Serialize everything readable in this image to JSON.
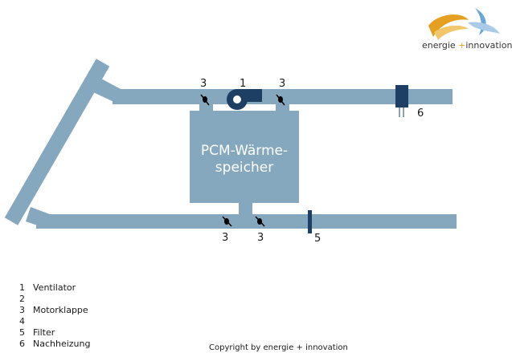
{
  "colors": {
    "duct": "#85a8be",
    "damper": "#000000",
    "fan": "#1d3f63",
    "filter": "#1d3f63",
    "heater": "#1d3f63",
    "storage_text": "#ffffff",
    "logo_orange": "#e5a021",
    "logo_blue": "#6aa5d8"
  },
  "storage": {
    "line1": "PCM-Wärme-",
    "line2": "speicher"
  },
  "markers": {
    "fan": "1",
    "damper_top_left": "3",
    "damper_top_right": "3",
    "damper_bottom_left": "3",
    "damper_bottom_right": "3",
    "filter": "5",
    "heater": "6"
  },
  "legend": [
    {
      "num": "1",
      "label": "Ventilator"
    },
    {
      "num": "2",
      "label": ""
    },
    {
      "num": "3",
      "label": "Motorklappe"
    },
    {
      "num": "4",
      "label": ""
    },
    {
      "num": "5",
      "label": "Filter"
    },
    {
      "num": "6",
      "label": "Nachheizung"
    }
  ],
  "logo": {
    "part1": "energie",
    "plus": "+",
    "part2": "innovation"
  },
  "copyright": "Copyright by energie + innovation"
}
